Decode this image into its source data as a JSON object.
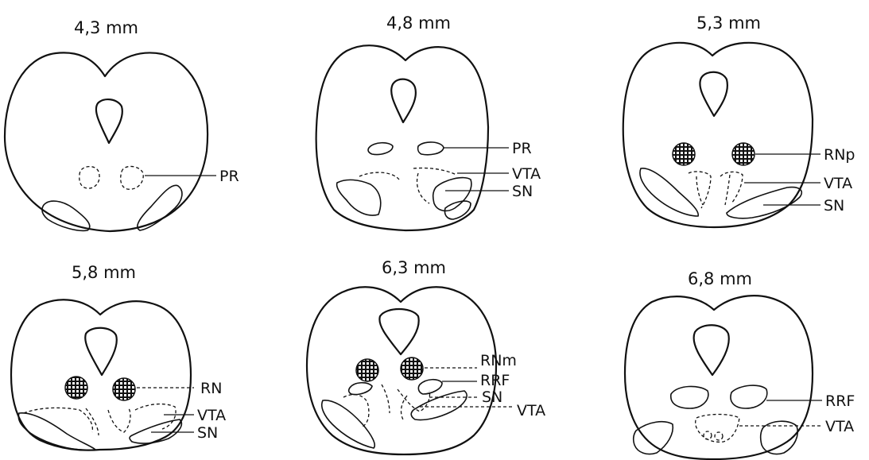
{
  "sections": [
    {
      "title": "4,3 mm",
      "labels": [
        "PR"
      ]
    },
    {
      "title": "4,8 mm",
      "labels": [
        "PR",
        "VTA",
        "SN"
      ]
    },
    {
      "title": "5,3 mm",
      "labels": [
        "RNp",
        "VTA",
        "SN"
      ]
    },
    {
      "title": "5,8 mm",
      "labels": [
        "RN",
        "VTA",
        "SN"
      ]
    },
    {
      "title": "6,3 mm",
      "labels": [
        "RNm",
        "RRF",
        "SN",
        "VTA"
      ]
    },
    {
      "title": "6,8 mm",
      "labels": [
        "RRF",
        "VTA"
      ]
    }
  ]
}
